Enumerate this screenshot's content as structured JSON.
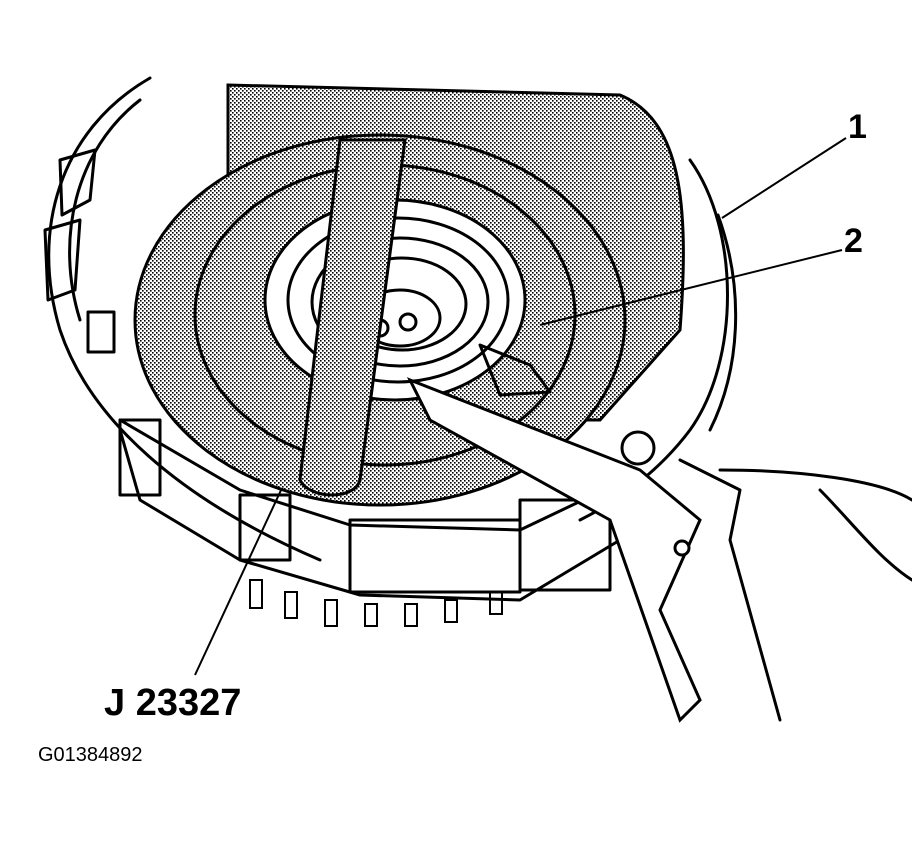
{
  "callouts": {
    "one": "1",
    "two": "2"
  },
  "tool_label": "J 23327",
  "figure_id": "G01384892",
  "colors": {
    "ink": "#000000",
    "paper": "#ffffff",
    "shade": "#b0b0b0"
  }
}
